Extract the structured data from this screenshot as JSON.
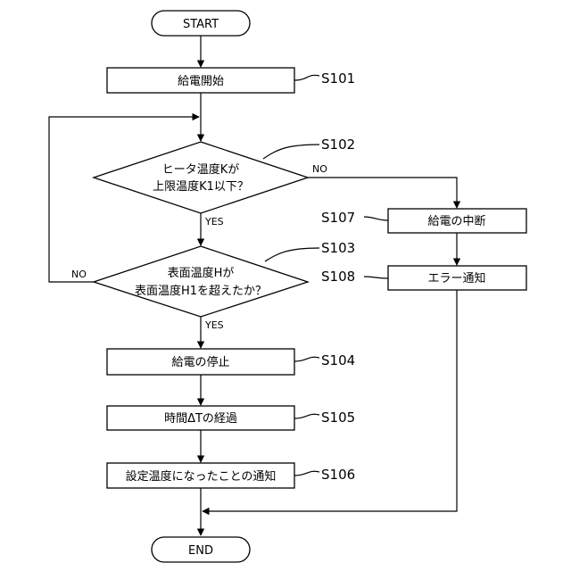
{
  "flowchart": {
    "start": "START",
    "end": "END",
    "process_s101": "給電開始",
    "decision_s102": [
      "ヒータ温度Kが",
      "上限温度K1以下？"
    ],
    "decision_s103": [
      "表面温度Hが",
      "表面温度H1を超えたか？"
    ],
    "process_s104": "給電の停止",
    "process_s105": "時間ΔTの経過",
    "process_s106": "設定温度になったことの通知",
    "process_s107": "給電の中断",
    "process_s108": "エラー通知"
  },
  "steps": {
    "s101": "S101",
    "s102": "S102",
    "s103": "S103",
    "s104": "S104",
    "s105": "S105",
    "s106": "S106",
    "s107": "S107",
    "s108": "S108"
  },
  "branches": {
    "s102_yes": "YES",
    "s102_no": "NO",
    "s103_yes": "YES",
    "s103_no": "NO"
  }
}
